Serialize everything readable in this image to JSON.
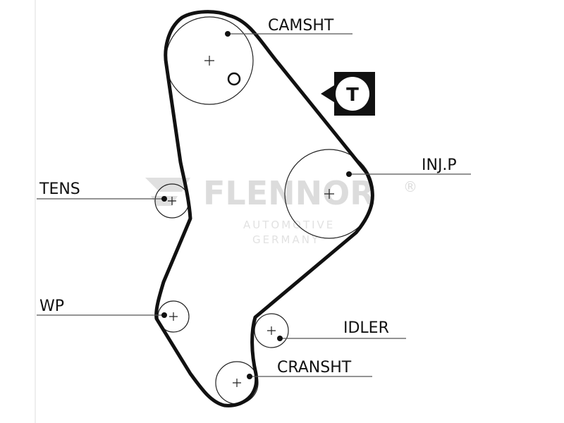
{
  "labels": {
    "camshaft": "CAMSHT",
    "injection_pump": "INJ.P",
    "tensioner": "TENS",
    "water_pump": "WP",
    "idler": "IDLER",
    "crankshaft": "CRANSHT"
  },
  "tension_badge": {
    "letter": "T"
  },
  "watermark": {
    "brand": "FLENNOR",
    "registered": "®",
    "line1": "AUTOMOTIVE",
    "line2": "GERMANY"
  },
  "colors": {
    "belt": "#111111",
    "pulley": "#222222",
    "watermark": "#dcdcdc"
  }
}
